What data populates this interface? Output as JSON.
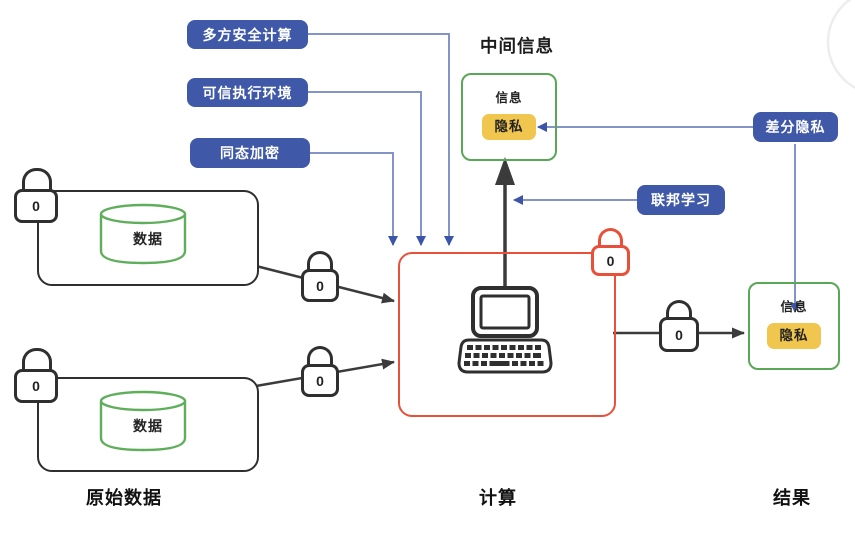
{
  "diagram": {
    "title": "中间信息",
    "tech_labels": {
      "mpc": "多方安全计算",
      "tee": "可信执行环境",
      "he": "同态加密",
      "dp": "差分隐私",
      "fl": "联邦学习"
    },
    "data_label": "数据",
    "info_label": "信息",
    "privacy_label": "隐私",
    "lock_value": "0",
    "stages": {
      "input": "原始数据",
      "compute": "计算",
      "output": "结果"
    },
    "colors": {
      "label_blue": "#3F59A8",
      "line_blue": "#8494C8",
      "arrow_blue": "#3D55A8",
      "green": "#5AA757",
      "cylinder_green": "#5FAE5C",
      "red": "#E8503A",
      "yellow": "#F0C64E",
      "ink": "#3B3B3B"
    }
  }
}
